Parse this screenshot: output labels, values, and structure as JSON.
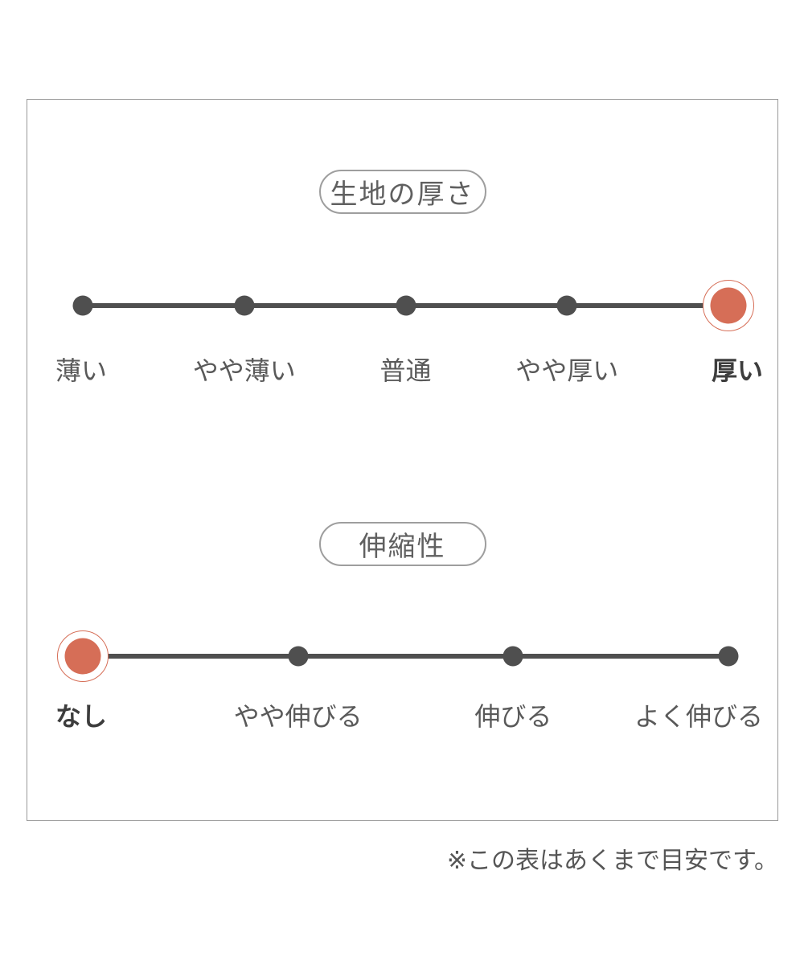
{
  "note": {
    "text": "※この表はあくまで目安です。"
  },
  "colors": {
    "accent": "#d66e57",
    "track": "#4f4f4f",
    "frame_border": "#999999"
  },
  "chart_data": [
    {
      "type": "scale",
      "title": "生地の厚さ",
      "categories": [
        "薄い",
        "やや薄い",
        "普通",
        "やや厚い",
        "厚い"
      ],
      "selected_index": 4,
      "selected_value": "厚い"
    },
    {
      "type": "scale",
      "title": "伸縮性",
      "categories": [
        "なし",
        "やや伸びる",
        "伸びる",
        "よく伸びる"
      ],
      "selected_index": 0,
      "selected_value": "なし"
    }
  ]
}
